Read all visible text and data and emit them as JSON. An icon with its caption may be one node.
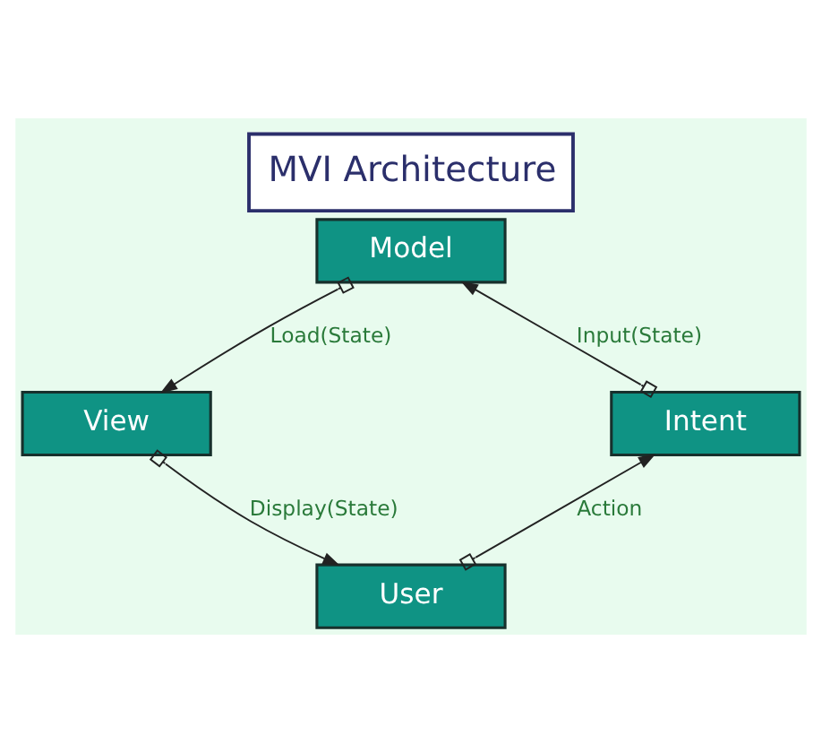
{
  "diagram": {
    "title": "MVI Architecture",
    "nodes": [
      {
        "text": [
          "Model"
        ]
      },
      {
        "text": [
          "View"
        ]
      },
      {
        "text": [
          "Intent"
        ]
      },
      {
        "text": [
          "User"
        ]
      }
    ],
    "edges": [
      {
        "from": 0,
        "to": 1,
        "label": "Load(State)",
        "arrow": "to"
      },
      {
        "from": 1,
        "to": 3,
        "label": "Display(State)",
        "arrow": "to"
      },
      {
        "from": 3,
        "to": 2,
        "label": "Action",
        "arrow": "to"
      },
      {
        "from": 2,
        "to": 0,
        "label": "Input(State)",
        "arrow": "to"
      }
    ]
  }
}
